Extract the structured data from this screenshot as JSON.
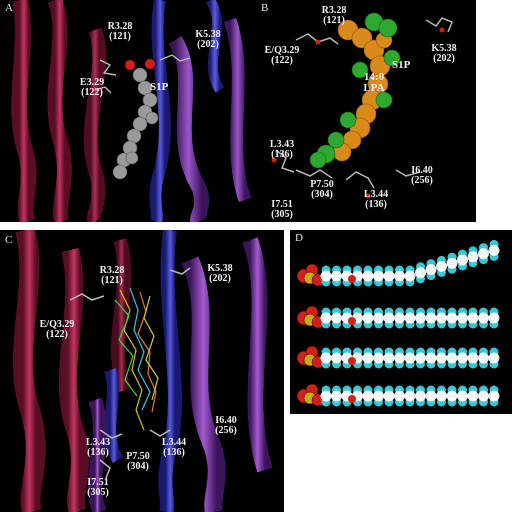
{
  "panels": {
    "a": {
      "letter": "A",
      "residues": {
        "r328": {
          "name": "R3.28",
          "num": "(121)"
        },
        "k538": {
          "name": "K5.38",
          "num": "(202)"
        },
        "e329": {
          "name": "E3.29",
          "num": "(122)"
        }
      },
      "ligand": "S1P"
    },
    "b": {
      "letter": "B",
      "residues": {
        "r328": {
          "name": "R3.28",
          "num": "(121)"
        },
        "eq329": {
          "name": "E/Q3.29",
          "num": "(122)"
        },
        "k538": {
          "name": "K5.38",
          "num": "(202)"
        },
        "l343": {
          "name": "L3.43",
          "num": "(136)"
        },
        "i640": {
          "name": "I6.40",
          "num": "(256)"
        },
        "p750": {
          "name": "P7.50",
          "num": "(304)"
        },
        "l344": {
          "name": "L3.44",
          "num": "(136)"
        },
        "i751": {
          "name": "I7.51",
          "num": "(305)"
        }
      },
      "ligand_s1p": "S1P",
      "ligand_lpa_line1": "14:0",
      "ligand_lpa_line2": "LPA"
    },
    "c": {
      "letter": "C",
      "residues": {
        "r328": {
          "name": "R3.28",
          "num": "(121)"
        },
        "k538": {
          "name": "K5.38",
          "num": "(202)"
        },
        "eq329": {
          "name": "E/Q3.29",
          "num": "(122)"
        },
        "i640": {
          "name": "I6.40",
          "num": "(256)"
        },
        "l343": {
          "name": "L3.43",
          "num": "(136)"
        },
        "l344": {
          "name": "L3.44",
          "num": "(136)"
        },
        "p750": {
          "name": "P7.50",
          "num": "(304)"
        },
        "i751": {
          "name": "I7.51",
          "num": "(305)"
        }
      }
    },
    "d": {
      "letter": "D",
      "chains": 4
    }
  },
  "colors": {
    "background": "#000000",
    "helix_red": "#b0284e",
    "helix_purple": "#7a3aa8",
    "helix_blue": "#3a3ad0",
    "ligand_grey": "#9a9a9a",
    "lpa_orange": "#d98a1a",
    "s1p_green": "#2fa830",
    "carbon_cyan": "#35c9d6",
    "oxygen_red": "#d0201a",
    "phosphorus_yellow": "#c9a81a"
  }
}
